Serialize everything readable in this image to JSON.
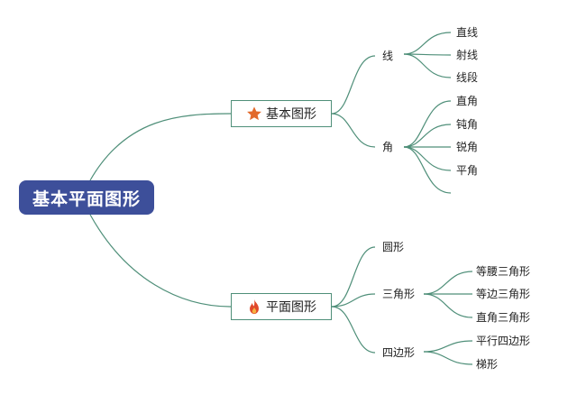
{
  "root": {
    "label": "基本平面图形"
  },
  "branches": [
    {
      "label": "基本图形",
      "icon": "star-icon",
      "children": [
        {
          "label": "线",
          "children": [
            "直线",
            "射线",
            "线段"
          ]
        },
        {
          "label": "角",
          "children": [
            "直角",
            "钝角",
            "锐角",
            "平角",
            ""
          ]
        }
      ]
    },
    {
      "label": "平面图形",
      "icon": "fire-icon",
      "children": [
        {
          "label": "圆形",
          "children": []
        },
        {
          "label": "三角形",
          "children": [
            "等腰三角形",
            "等边三角形",
            "直角三角形"
          ]
        },
        {
          "label": "四边形",
          "children": [
            "平行四边形",
            "梯形"
          ]
        }
      ]
    }
  ],
  "colors": {
    "root_fill": "#3d4f9a",
    "line": "#4f8f79",
    "star": "#e2692b",
    "fire": "#e0482a"
  }
}
